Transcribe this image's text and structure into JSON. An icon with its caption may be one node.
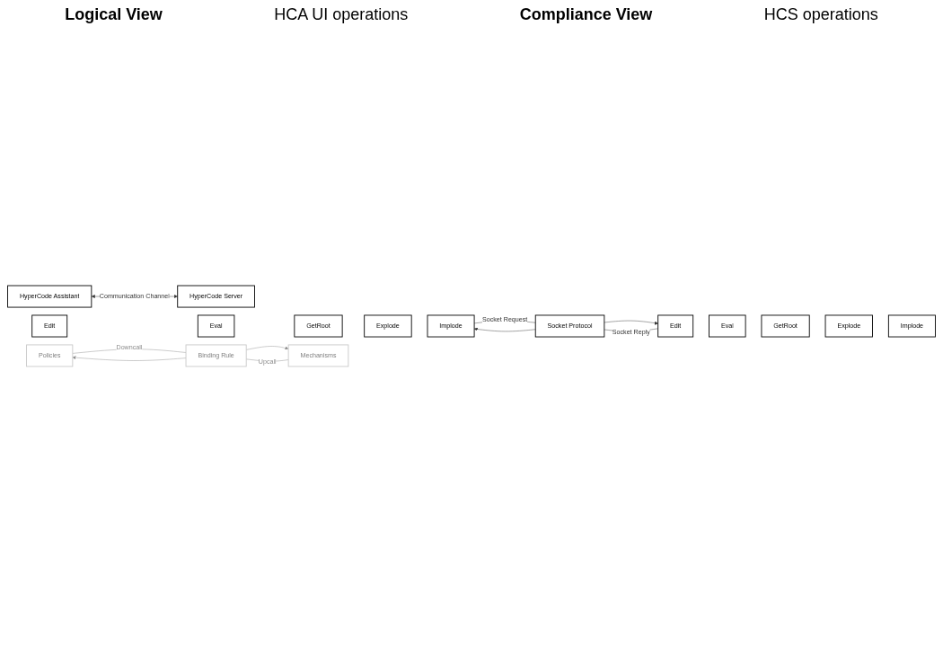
{
  "diagram": {
    "nodes": [
      {
        "text": [
          "HyperCode Assistant"
        ]
      },
      {
        "text": [
          "HyperCode Server"
        ]
      },
      {
        "text": [
          "Edit"
        ]
      },
      {
        "text": [
          "Eval"
        ]
      },
      {
        "text": [
          "GetRoot"
        ]
      },
      {
        "text": [
          "Explode"
        ]
      },
      {
        "text": [
          "Implode"
        ]
      },
      {
        "text": [
          "Socket Protocol"
        ]
      },
      {
        "text": [
          "Edit"
        ]
      },
      {
        "text": [
          "Eval"
        ]
      },
      {
        "text": [
          "GetRoot"
        ]
      },
      {
        "text": [
          "Explode"
        ]
      },
      {
        "text": [
          "Implode"
        ]
      },
      {
        "text": [
          "Policies"
        ]
      },
      {
        "text": [
          "Binding Rule"
        ]
      },
      {
        "text": [
          "Mechanisms"
        ]
      }
    ],
    "edges": [
      {
        "from": 0,
        "to": 1,
        "arrow": "both",
        "label": "Communication Channel"
      },
      {
        "from": 6,
        "to": 7,
        "arrow": "none",
        "label": "Socket Request"
      },
      {
        "from": 7,
        "to": 8,
        "arrow": "to"
      },
      {
        "from": 8,
        "to": 7,
        "arrow": "none",
        "label": "Socket Reply"
      },
      {
        "from": 7,
        "to": 6,
        "arrow": "to"
      },
      {
        "from": 13,
        "to": 14,
        "arrow": "none",
        "label": "Downcall",
        "color": "#8c8c8c"
      },
      {
        "from": 14,
        "to": 15,
        "arrow": "to",
        "color": "#8c8c8c"
      },
      {
        "from": 15,
        "to": 14,
        "arrow": "none",
        "label": "Upcall",
        "color": "#8c8c8c"
      },
      {
        "from": 14,
        "to": 13,
        "arrow": "to",
        "color": "#8c8c8c"
      }
    ],
    "labels": [
      "Logical View",
      "HCA UI operations",
      "Compliance View",
      "HCS operations"
    ]
  }
}
